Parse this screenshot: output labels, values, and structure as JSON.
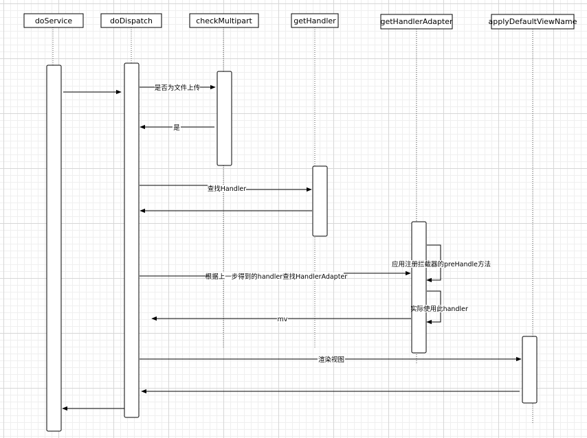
{
  "participants": [
    {
      "id": "doService",
      "label": "doService"
    },
    {
      "id": "doDispatch",
      "label": "doDispatch"
    },
    {
      "id": "checkMultipart",
      "label": "checkMultipart"
    },
    {
      "id": "getHandler",
      "label": "getHandler"
    },
    {
      "id": "getHandlerAdapter",
      "label": "getHandlerAdapter"
    },
    {
      "id": "applyDefaultViewName",
      "label": "applyDefaultViewName"
    }
  ],
  "messages": [
    {
      "id": "m1",
      "label": ""
    },
    {
      "id": "m2",
      "label": "是否为文件上传"
    },
    {
      "id": "m3",
      "label": "是"
    },
    {
      "id": "m4",
      "label": "查找Handler"
    },
    {
      "id": "m5",
      "label": ""
    },
    {
      "id": "m6",
      "label": "应用注册拦截器的preHandle方法"
    },
    {
      "id": "m7",
      "label": "根据上一步得到的handler查找HandlerAdapter"
    },
    {
      "id": "m8",
      "label": "实际使用此handler"
    },
    {
      "id": "m9",
      "label": "mv"
    },
    {
      "id": "m10",
      "label": "渲染视图"
    },
    {
      "id": "m11",
      "label": ""
    },
    {
      "id": "m12",
      "label": ""
    }
  ]
}
